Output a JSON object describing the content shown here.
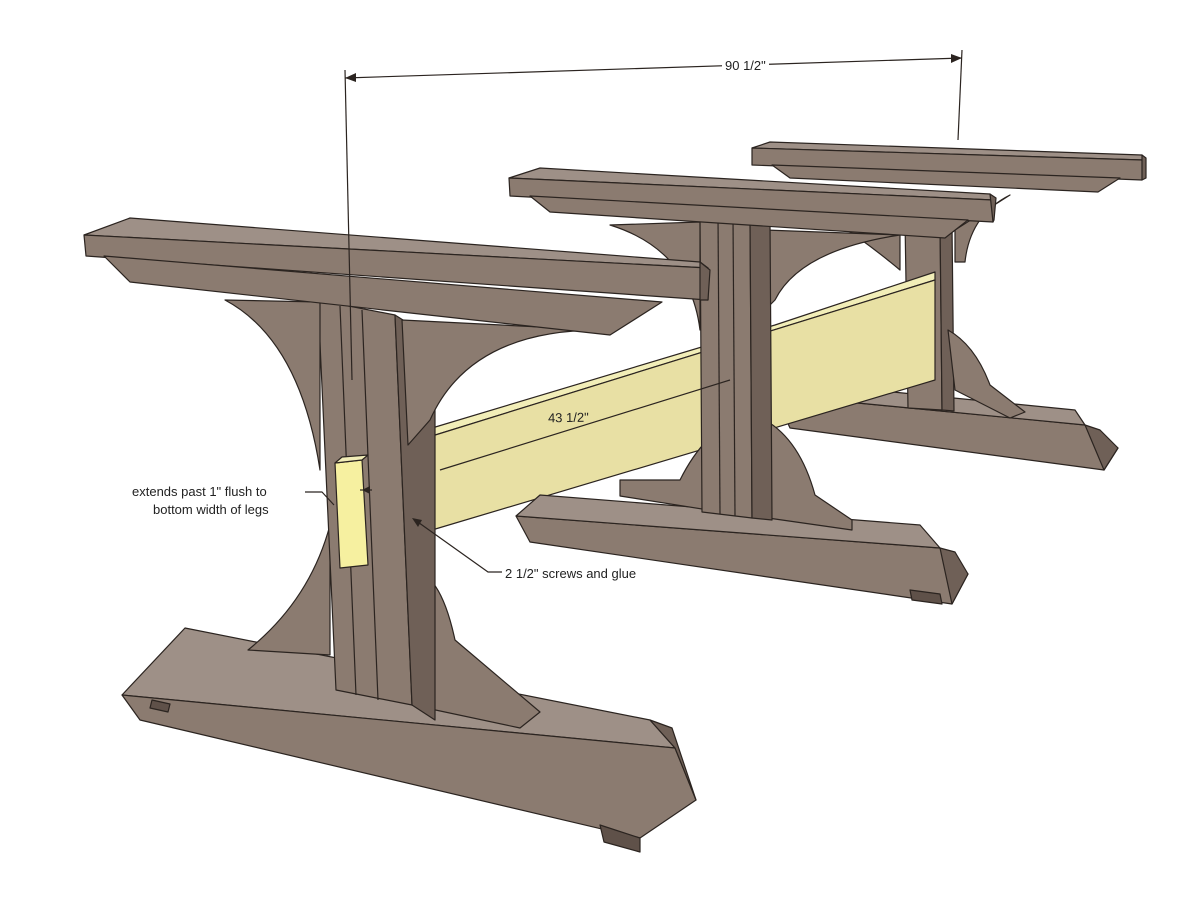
{
  "title": "",
  "dimensions": {
    "overall_length": "90 1/2\"",
    "stretcher_length": "43 1/2\""
  },
  "notes": {
    "block_note_line1": "extends past 1\" flush to",
    "block_note_line2": "bottom width of legs",
    "fastener_note": "2 1/2\" screws and glue"
  },
  "colors": {
    "wood_top": "#9e9087",
    "wood_front": "#8b7b70",
    "wood_side": "#6f6057",
    "wood_dark": "#5f5149",
    "stretcher_face": "#e8e0a4",
    "stretcher_top": "#f2eeb8",
    "block_face": "#f6f0a0",
    "line": "#2b2420"
  }
}
